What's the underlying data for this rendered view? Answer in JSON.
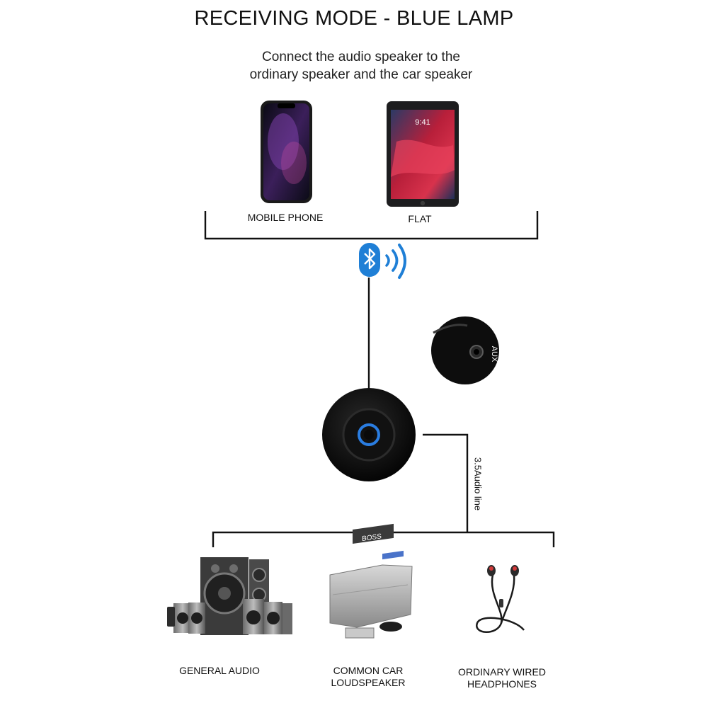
{
  "title": "RECEIVING MODE - BLUE LAMP",
  "subtitle_line1": "Connect the audio speaker to the",
  "subtitle_line2": "ordinary speaker and the car speaker",
  "sources": {
    "phone_label": "MOBILE PHONE",
    "flat_label": "FLAT"
  },
  "tablet_time": "9:41",
  "bluetooth": {
    "icon": "bluetooth-icon",
    "color": "#1f7fd6"
  },
  "device": {
    "port_label": "AUX",
    "led_color": "#2a7de1",
    "cable_label": "3.5Audio line"
  },
  "outputs": {
    "general_audio": "GENERAL AUDIO",
    "car_line1": "COMMON CAR",
    "car_line2": "LOUDSPEAKER",
    "headphones_line1": "ORDINARY WIRED",
    "headphones_line2": "HEADPHONES"
  }
}
